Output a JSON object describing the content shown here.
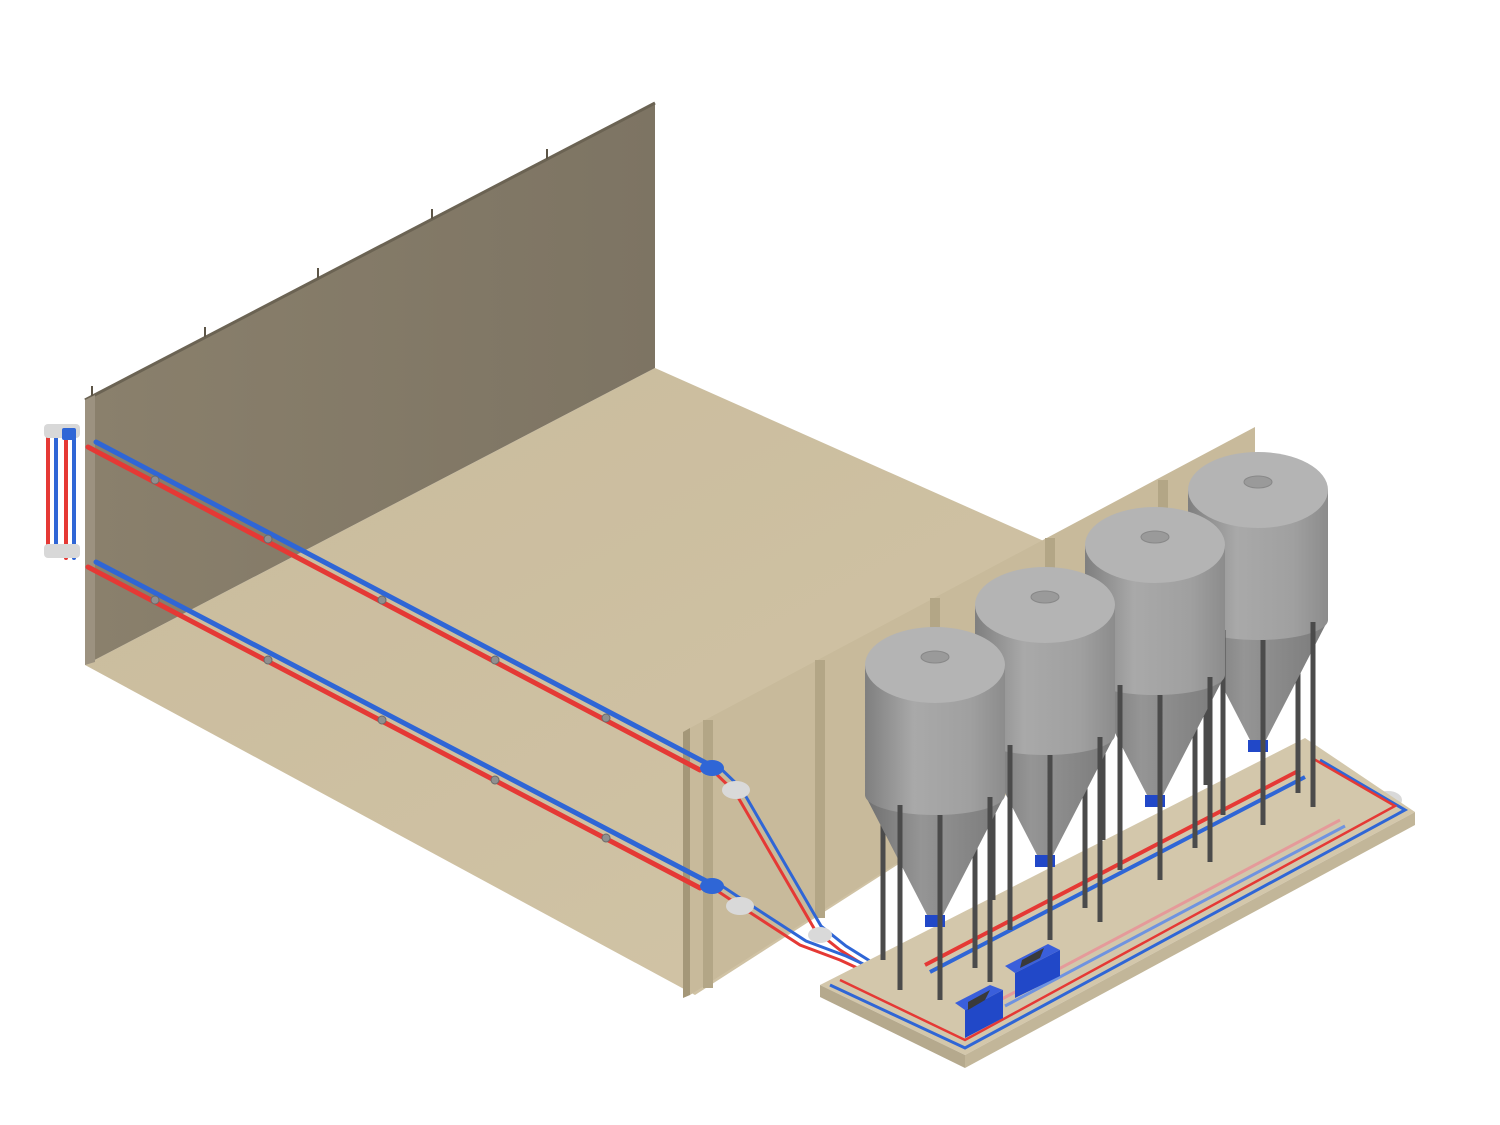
{
  "scene": {
    "kind": "isometric-3d-render",
    "background_color": "#ffffff",
    "colors": {
      "barn_wall_light": "#c3b595",
      "barn_wall_dark": "#8a806c",
      "barn_floor": "#cdbfa0",
      "silo_body": "#9c9c9c",
      "silo_cone": "#8a8a8a",
      "silo_legs": "#4b4b4b",
      "pipe_feed": "#e53935",
      "pipe_return": "#2f66d6",
      "motor_unit": "#2148c8",
      "platform": "#d3c7ab"
    },
    "silos": {
      "count": 4
    },
    "feed_lines": {
      "count": 2
    },
    "drive_units": {
      "count": 2
    }
  }
}
